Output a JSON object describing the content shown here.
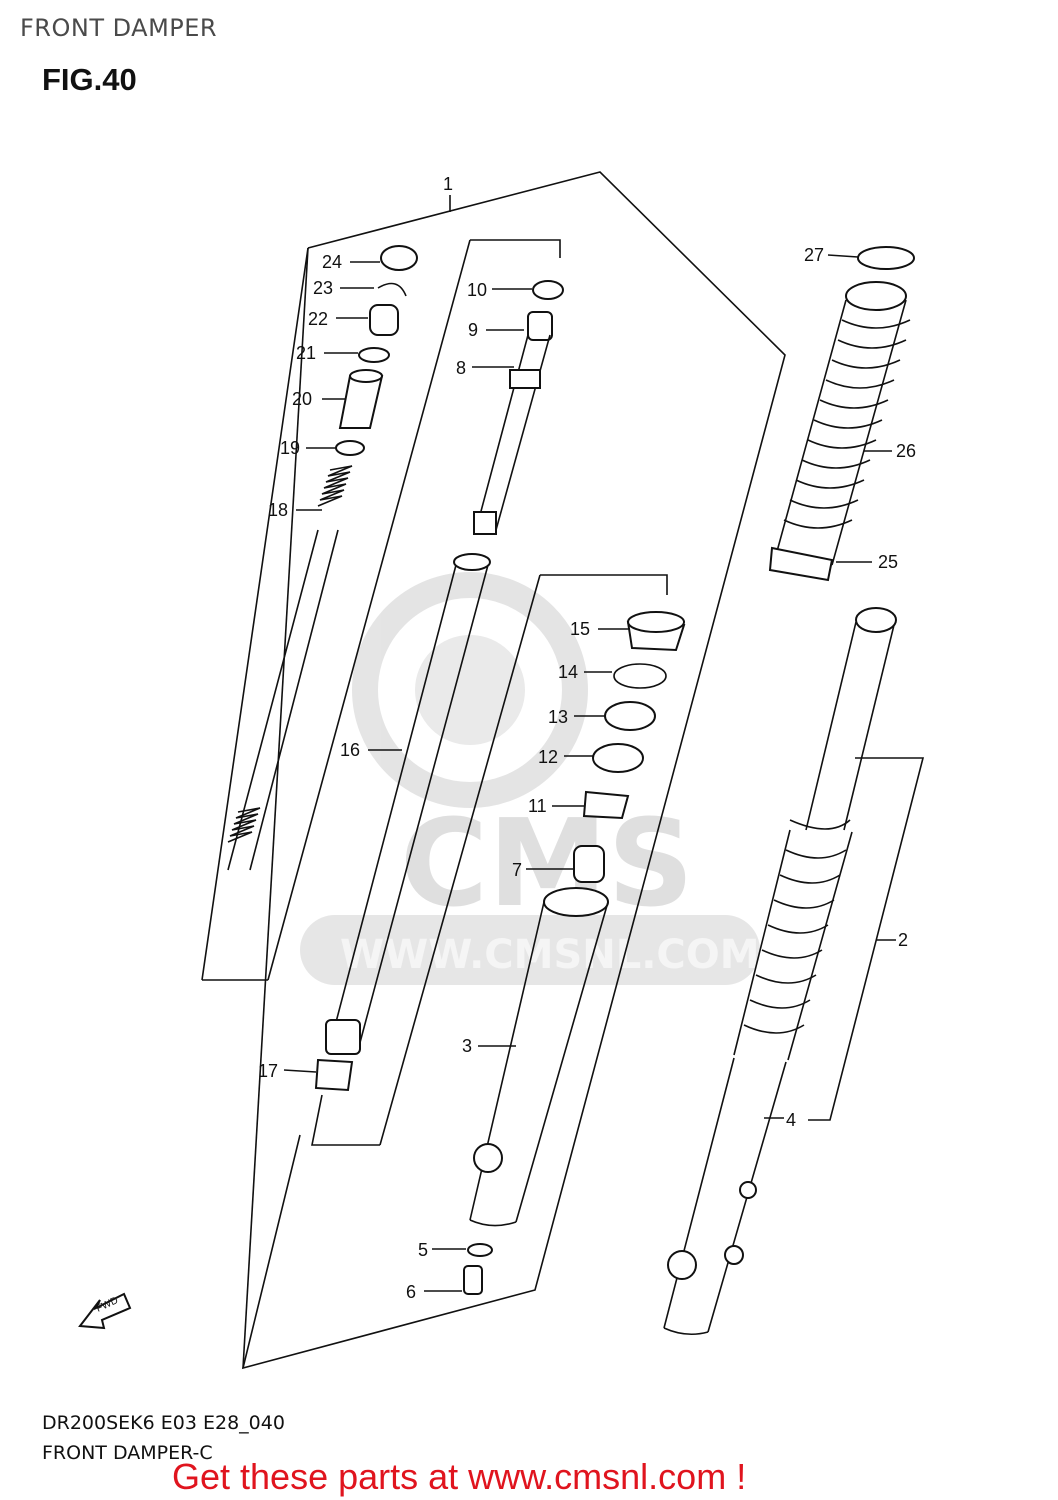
{
  "header": {
    "title": "FRONT DAMPER",
    "figure": "FIG.40"
  },
  "footer": {
    "code": "DR200SEK6 E03 E28_040",
    "subtitle": "FRONT DAMPER-C",
    "cta": "Get these parts at www.cmsnl.com !"
  },
  "watermark": {
    "logo_text": "CMS",
    "url_text": "WWW.CMSNL.COM"
  },
  "fwd_label": "FWD",
  "callouts": [
    "1",
    "2",
    "3",
    "4",
    "5",
    "6",
    "7",
    "8",
    "9",
    "10",
    "11",
    "12",
    "13",
    "14",
    "15",
    "16",
    "17",
    "18",
    "19",
    "20",
    "21",
    "22",
    "23",
    "24",
    "25",
    "26",
    "27"
  ]
}
